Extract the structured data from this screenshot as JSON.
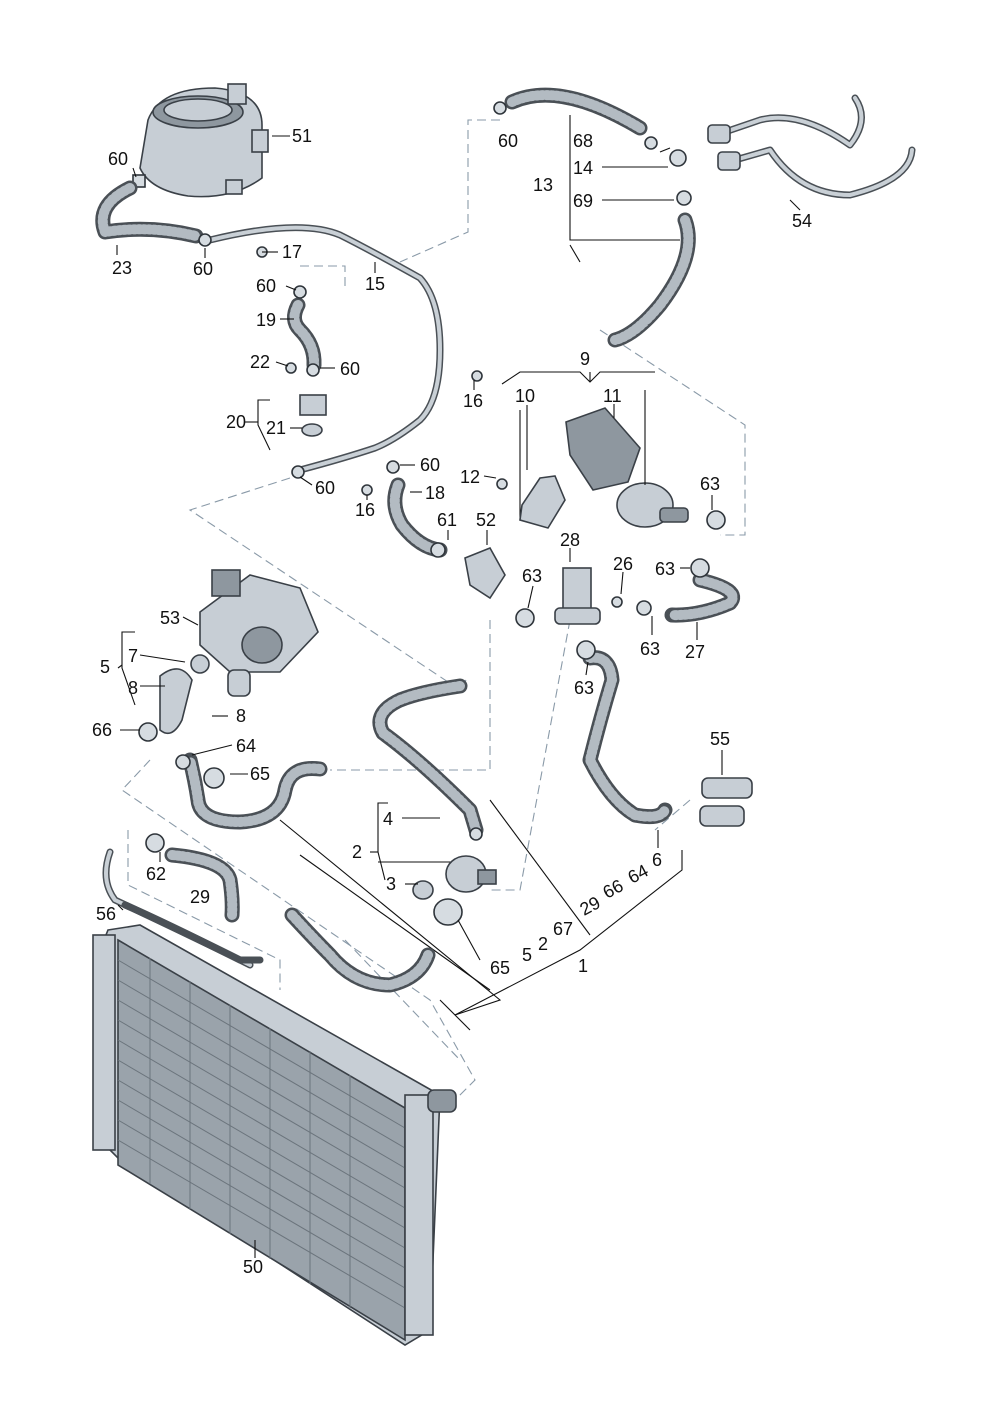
{
  "labels": {
    "l1": "1",
    "l2a": "2",
    "l2b": "2",
    "l3": "3",
    "l4": "4",
    "l5a": "5",
    "l5b": "5",
    "l6": "6",
    "l7": "7",
    "l8a": "8",
    "l8b": "8",
    "l9": "9",
    "l10": "10",
    "l11": "11",
    "l12": "12",
    "l13": "13",
    "l14": "14",
    "l15": "15",
    "l16a": "16",
    "l16b": "16",
    "l17": "17",
    "l18": "18",
    "l19": "19",
    "l20": "20",
    "l21": "21",
    "l22": "22",
    "l23": "23",
    "l26": "26",
    "l27": "27",
    "l28": "28",
    "l29a": "29",
    "l29b": "29",
    "l50": "50",
    "l51": "51",
    "l52": "52",
    "l53": "53",
    "l54": "54",
    "l55": "55",
    "l56": "56",
    "l60a": "60",
    "l60b": "60",
    "l60c": "60",
    "l60d": "60",
    "l60e": "60",
    "l60f": "60",
    "l60g": "60",
    "l61": "61",
    "l62": "62",
    "l63a": "63",
    "l63b": "63",
    "l63c": "63",
    "l63d": "63",
    "l63e": "63",
    "l64a": "64",
    "l64b": "64",
    "l65a": "65",
    "l65b": "65",
    "l66a": "66",
    "l66b": "66",
    "l67": "67",
    "l68": "68",
    "l69": "69"
  }
}
